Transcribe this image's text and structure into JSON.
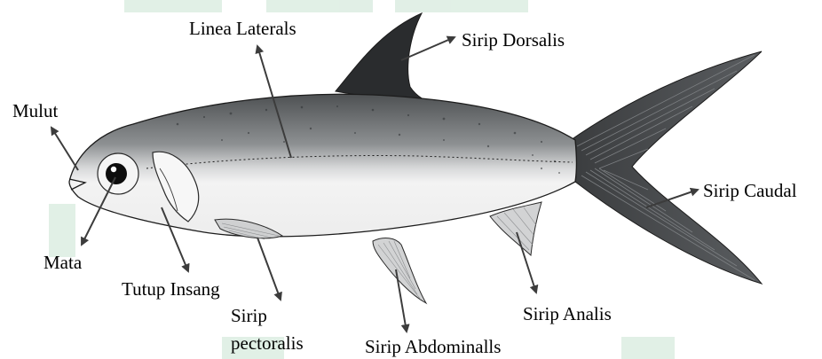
{
  "labels": {
    "linea_lateralis": "Linea Laterals",
    "sirip_dorsalis": "Sirip Dorsalis",
    "mulut": "Mulut",
    "sirip_caudal": "Sirip Caudal",
    "mata": "Mata",
    "tutup_insang": "Tutup Insang",
    "sirip_pectoralis_line1": "Sirip",
    "sirip_pectoralis_line2": "pectoralis",
    "sirip_abdominalis": "Sirip Abdominalls",
    "sirip_analis": "Sirip Analis"
  },
  "colors": {
    "fish_back": "#5b5e60",
    "fish_belly": "#f2f2f2",
    "fin_dark": "#2a2c2e",
    "arrow": "#3c3c3c",
    "watermark": "#c9e3d2"
  }
}
